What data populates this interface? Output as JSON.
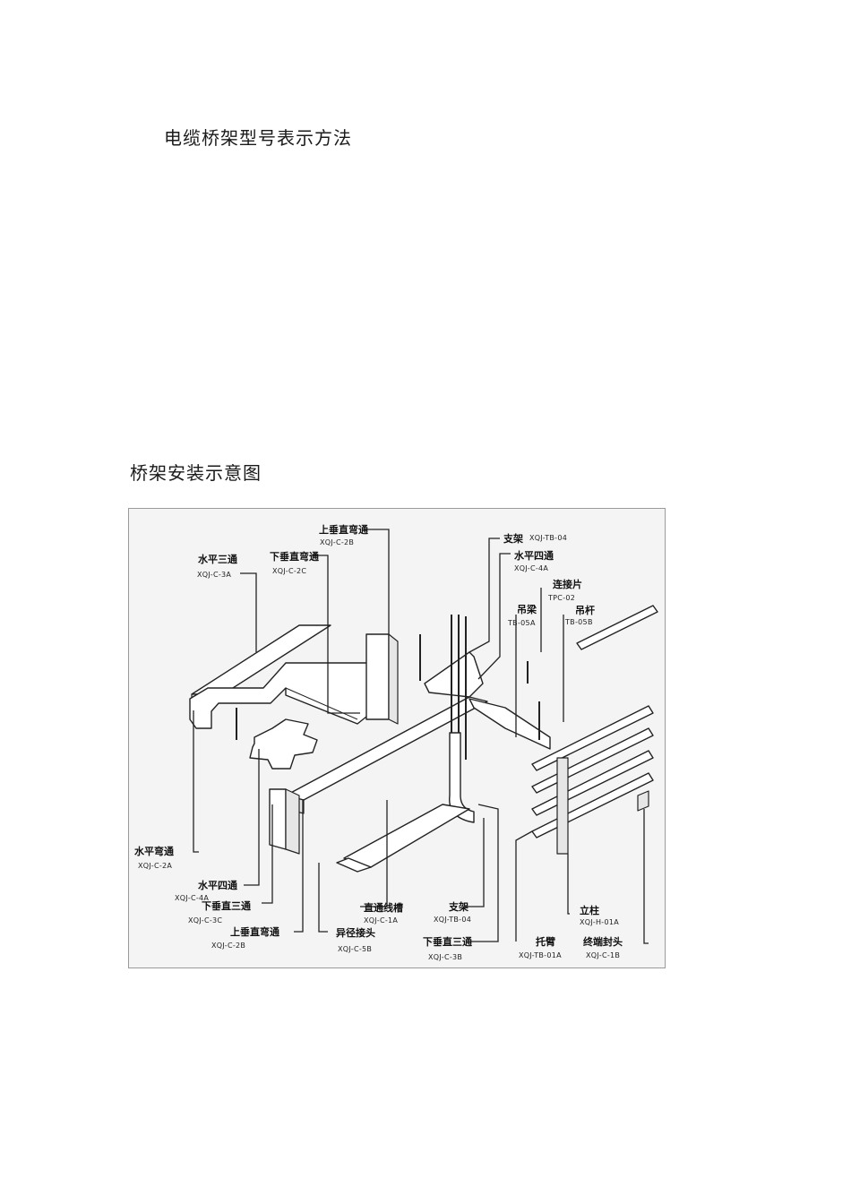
{
  "page": {
    "heading_model": "电缆桥架型号表示方法",
    "heading_install": "桥架安装示意图"
  },
  "figure": {
    "labels": [
      {
        "id": "l1",
        "name": "上垂直弯通",
        "code": "XQJ-C-2B"
      },
      {
        "id": "l2",
        "name": "水平三通",
        "code": "XQJ-C-3A"
      },
      {
        "id": "l3",
        "name": "下垂直弯通",
        "code": "XQJ-C-2C"
      },
      {
        "id": "l4",
        "name": "支架",
        "code": "XQJ-TB-04"
      },
      {
        "id": "l5",
        "name": "水平四通",
        "code": "XQJ-C-4A"
      },
      {
        "id": "l6",
        "name": "连接片",
        "code": "TPC-02"
      },
      {
        "id": "l7",
        "name": "吊梁",
        "code": "TB-05A"
      },
      {
        "id": "l8",
        "name": "吊杆",
        "code": "TB-05B"
      },
      {
        "id": "l9",
        "name": "水平弯通",
        "code": "XQJ-C-2A"
      },
      {
        "id": "l10",
        "name": "水平四通",
        "code": "XQJ-C-4A"
      },
      {
        "id": "l11",
        "name": "下垂直三通",
        "code": "XQJ-C-3C"
      },
      {
        "id": "l12",
        "name": "上垂直弯通",
        "code": "XQJ-C-2B"
      },
      {
        "id": "l13",
        "name": "直通线槽",
        "code": "XQJ-C-1A"
      },
      {
        "id": "l14",
        "name": "支架",
        "code": "XQJ-TB-04"
      },
      {
        "id": "l15",
        "name": "异径接头",
        "code": "XQJ-C-5B"
      },
      {
        "id": "l16",
        "name": "下垂直三通",
        "code": "XQJ-C-3B"
      },
      {
        "id": "l17",
        "name": "立柱",
        "code": "XQJ-H-01A"
      },
      {
        "id": "l18",
        "name": "托臂",
        "code": "XQJ-TB-01A"
      },
      {
        "id": "l19",
        "name": "终端封头",
        "code": "XQJ-C-1B"
      }
    ]
  }
}
